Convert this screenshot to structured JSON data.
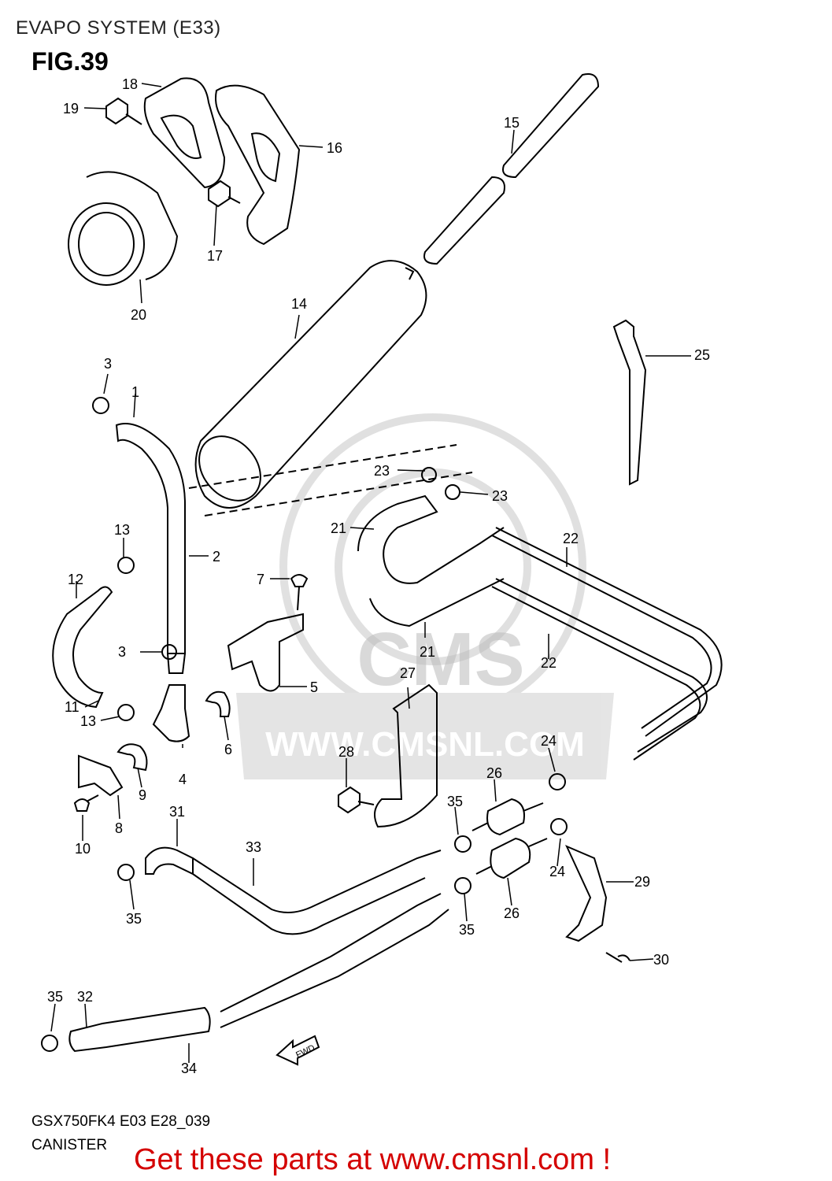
{
  "header": {
    "title": "EVAPO SYSTEM (E33)",
    "figure": "FIG.39"
  },
  "footer": {
    "model_code": "GSX750FK4 E03 E28_039",
    "diagram_name": "CANISTER",
    "cta": "Get these parts at www.cmsnl.com !"
  },
  "watermark": {
    "brand": "CMS",
    "url": "WWW.CMSNL.COM"
  },
  "arrow_label": "FWD",
  "callouts": [
    {
      "id": "n18",
      "label": "18"
    },
    {
      "id": "n19",
      "label": "19"
    },
    {
      "id": "n16",
      "label": "16"
    },
    {
      "id": "n15",
      "label": "15"
    },
    {
      "id": "n17",
      "label": "17"
    },
    {
      "id": "n20",
      "label": "20"
    },
    {
      "id": "n14",
      "label": "14"
    },
    {
      "id": "n25",
      "label": "25"
    },
    {
      "id": "n3a",
      "label": "3"
    },
    {
      "id": "n1",
      "label": "1"
    },
    {
      "id": "n23a",
      "label": "23"
    },
    {
      "id": "n23b",
      "label": "23"
    },
    {
      "id": "n13a",
      "label": "13"
    },
    {
      "id": "n21a",
      "label": "21"
    },
    {
      "id": "n22a",
      "label": "22"
    },
    {
      "id": "n2",
      "label": "2"
    },
    {
      "id": "n12",
      "label": "12"
    },
    {
      "id": "n7",
      "label": "7"
    },
    {
      "id": "n21b",
      "label": "21"
    },
    {
      "id": "n22b",
      "label": "22"
    },
    {
      "id": "n3b",
      "label": "3"
    },
    {
      "id": "n5",
      "label": "5"
    },
    {
      "id": "n27",
      "label": "27"
    },
    {
      "id": "n11",
      "label": "11"
    },
    {
      "id": "n13b",
      "label": "13"
    },
    {
      "id": "n24a",
      "label": "24"
    },
    {
      "id": "n6",
      "label": "6"
    },
    {
      "id": "n28",
      "label": "28"
    },
    {
      "id": "n4",
      "label": "4"
    },
    {
      "id": "n9",
      "label": "9"
    },
    {
      "id": "n26a",
      "label": "26"
    },
    {
      "id": "n35a",
      "label": "35"
    },
    {
      "id": "n8",
      "label": "8"
    },
    {
      "id": "n10",
      "label": "10"
    },
    {
      "id": "n31",
      "label": "31"
    },
    {
      "id": "n33",
      "label": "33"
    },
    {
      "id": "n24b",
      "label": "24"
    },
    {
      "id": "n29",
      "label": "29"
    },
    {
      "id": "n35b",
      "label": "35"
    },
    {
      "id": "n26b",
      "label": "26"
    },
    {
      "id": "n35c",
      "label": "35"
    },
    {
      "id": "n30",
      "label": "30"
    },
    {
      "id": "n35d",
      "label": "35"
    },
    {
      "id": "n32",
      "label": "32"
    },
    {
      "id": "n34",
      "label": "34"
    }
  ]
}
